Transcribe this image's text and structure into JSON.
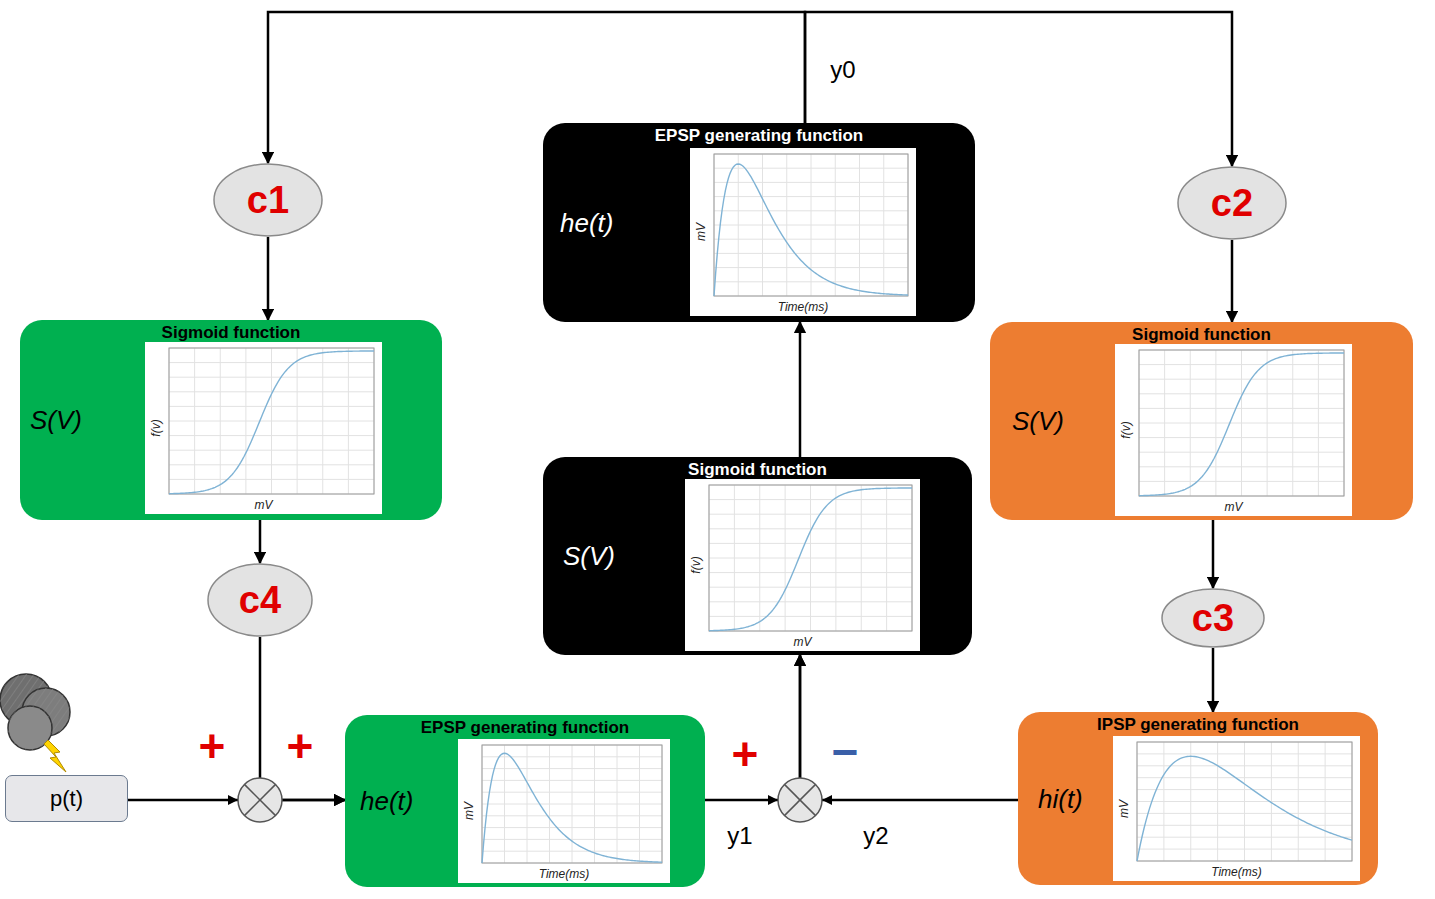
{
  "diagram": {
    "nodes": [
      {
        "text": [
          "EPSP generating function",
          "he(t)",
          "mV",
          "Time(ms)"
        ]
      },
      {
        "text": [
          "c1"
        ]
      },
      {
        "text": [
          "c2"
        ]
      },
      {
        "text": [
          "Sigmoid function",
          "S(V)",
          "f(v)",
          "mV"
        ]
      },
      {
        "text": [
          "Sigmoid function",
          "S(V)",
          "f(v)",
          "mV"
        ]
      },
      {
        "text": [
          "Sigmoid function",
          "S(V)",
          "f(v)",
          "mV"
        ]
      },
      {
        "text": [
          "c4"
        ]
      },
      {
        "text": [
          "c3"
        ]
      },
      {
        "text": [
          "EPSP generating function",
          "he(t)",
          "mV",
          "Time(ms)"
        ]
      },
      {
        "text": [
          "IPSP generating function",
          "hi(t)",
          "mV",
          "Time(ms)"
        ]
      },
      {
        "text": [
          "p(t)"
        ]
      }
    ],
    "edges": [
      {
        "from": 0,
        "to": 1,
        "arrow": "to"
      },
      {
        "from": 0,
        "to": 2,
        "arrow": "to"
      },
      {
        "from": 1,
        "to": 3,
        "arrow": "to"
      },
      {
        "from": 3,
        "to": 6,
        "arrow": "to"
      },
      {
        "from": 2,
        "to": 5,
        "arrow": "to"
      },
      {
        "from": 5,
        "to": 7,
        "arrow": "to"
      },
      {
        "from": 7,
        "to": 9,
        "arrow": "to"
      },
      {
        "from": 10,
        "to": 8,
        "arrow": "to"
      },
      {
        "from": 6,
        "to": 8,
        "arrow": "to"
      },
      {
        "from": 8,
        "to": 4,
        "arrow": "to"
      },
      {
        "from": 9,
        "to": 4,
        "arrow": "to"
      },
      {
        "from": 4,
        "to": 0,
        "arrow": "to"
      }
    ],
    "labels": [
      "y0",
      "y1",
      "y2",
      "+",
      "+",
      "+",
      "−"
    ]
  }
}
